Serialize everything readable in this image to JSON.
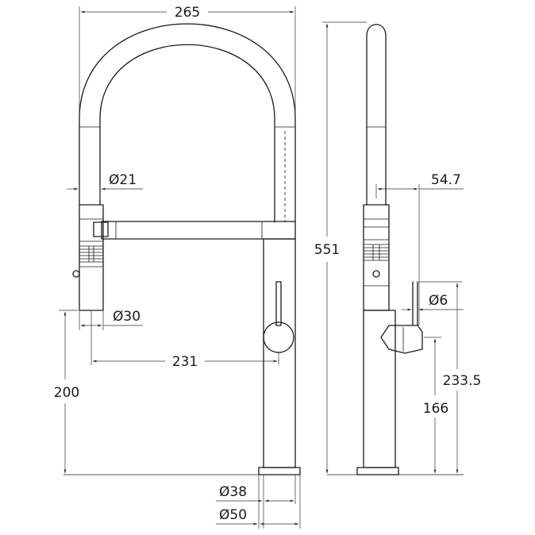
{
  "drawing": {
    "front_view": {
      "width_overall": "265",
      "hose_diameter": "Ø21",
      "handle_diameter": "Ø30",
      "reach": "231",
      "spray_height": "200",
      "base_diameter_inner": "Ø38",
      "base_diameter_outer": "Ø50"
    },
    "side_view": {
      "height_overall": "551",
      "spout_offset": "54.7",
      "lever_diameter": "Ø6",
      "lever_height": "233.5",
      "outlet_height": "166"
    }
  }
}
